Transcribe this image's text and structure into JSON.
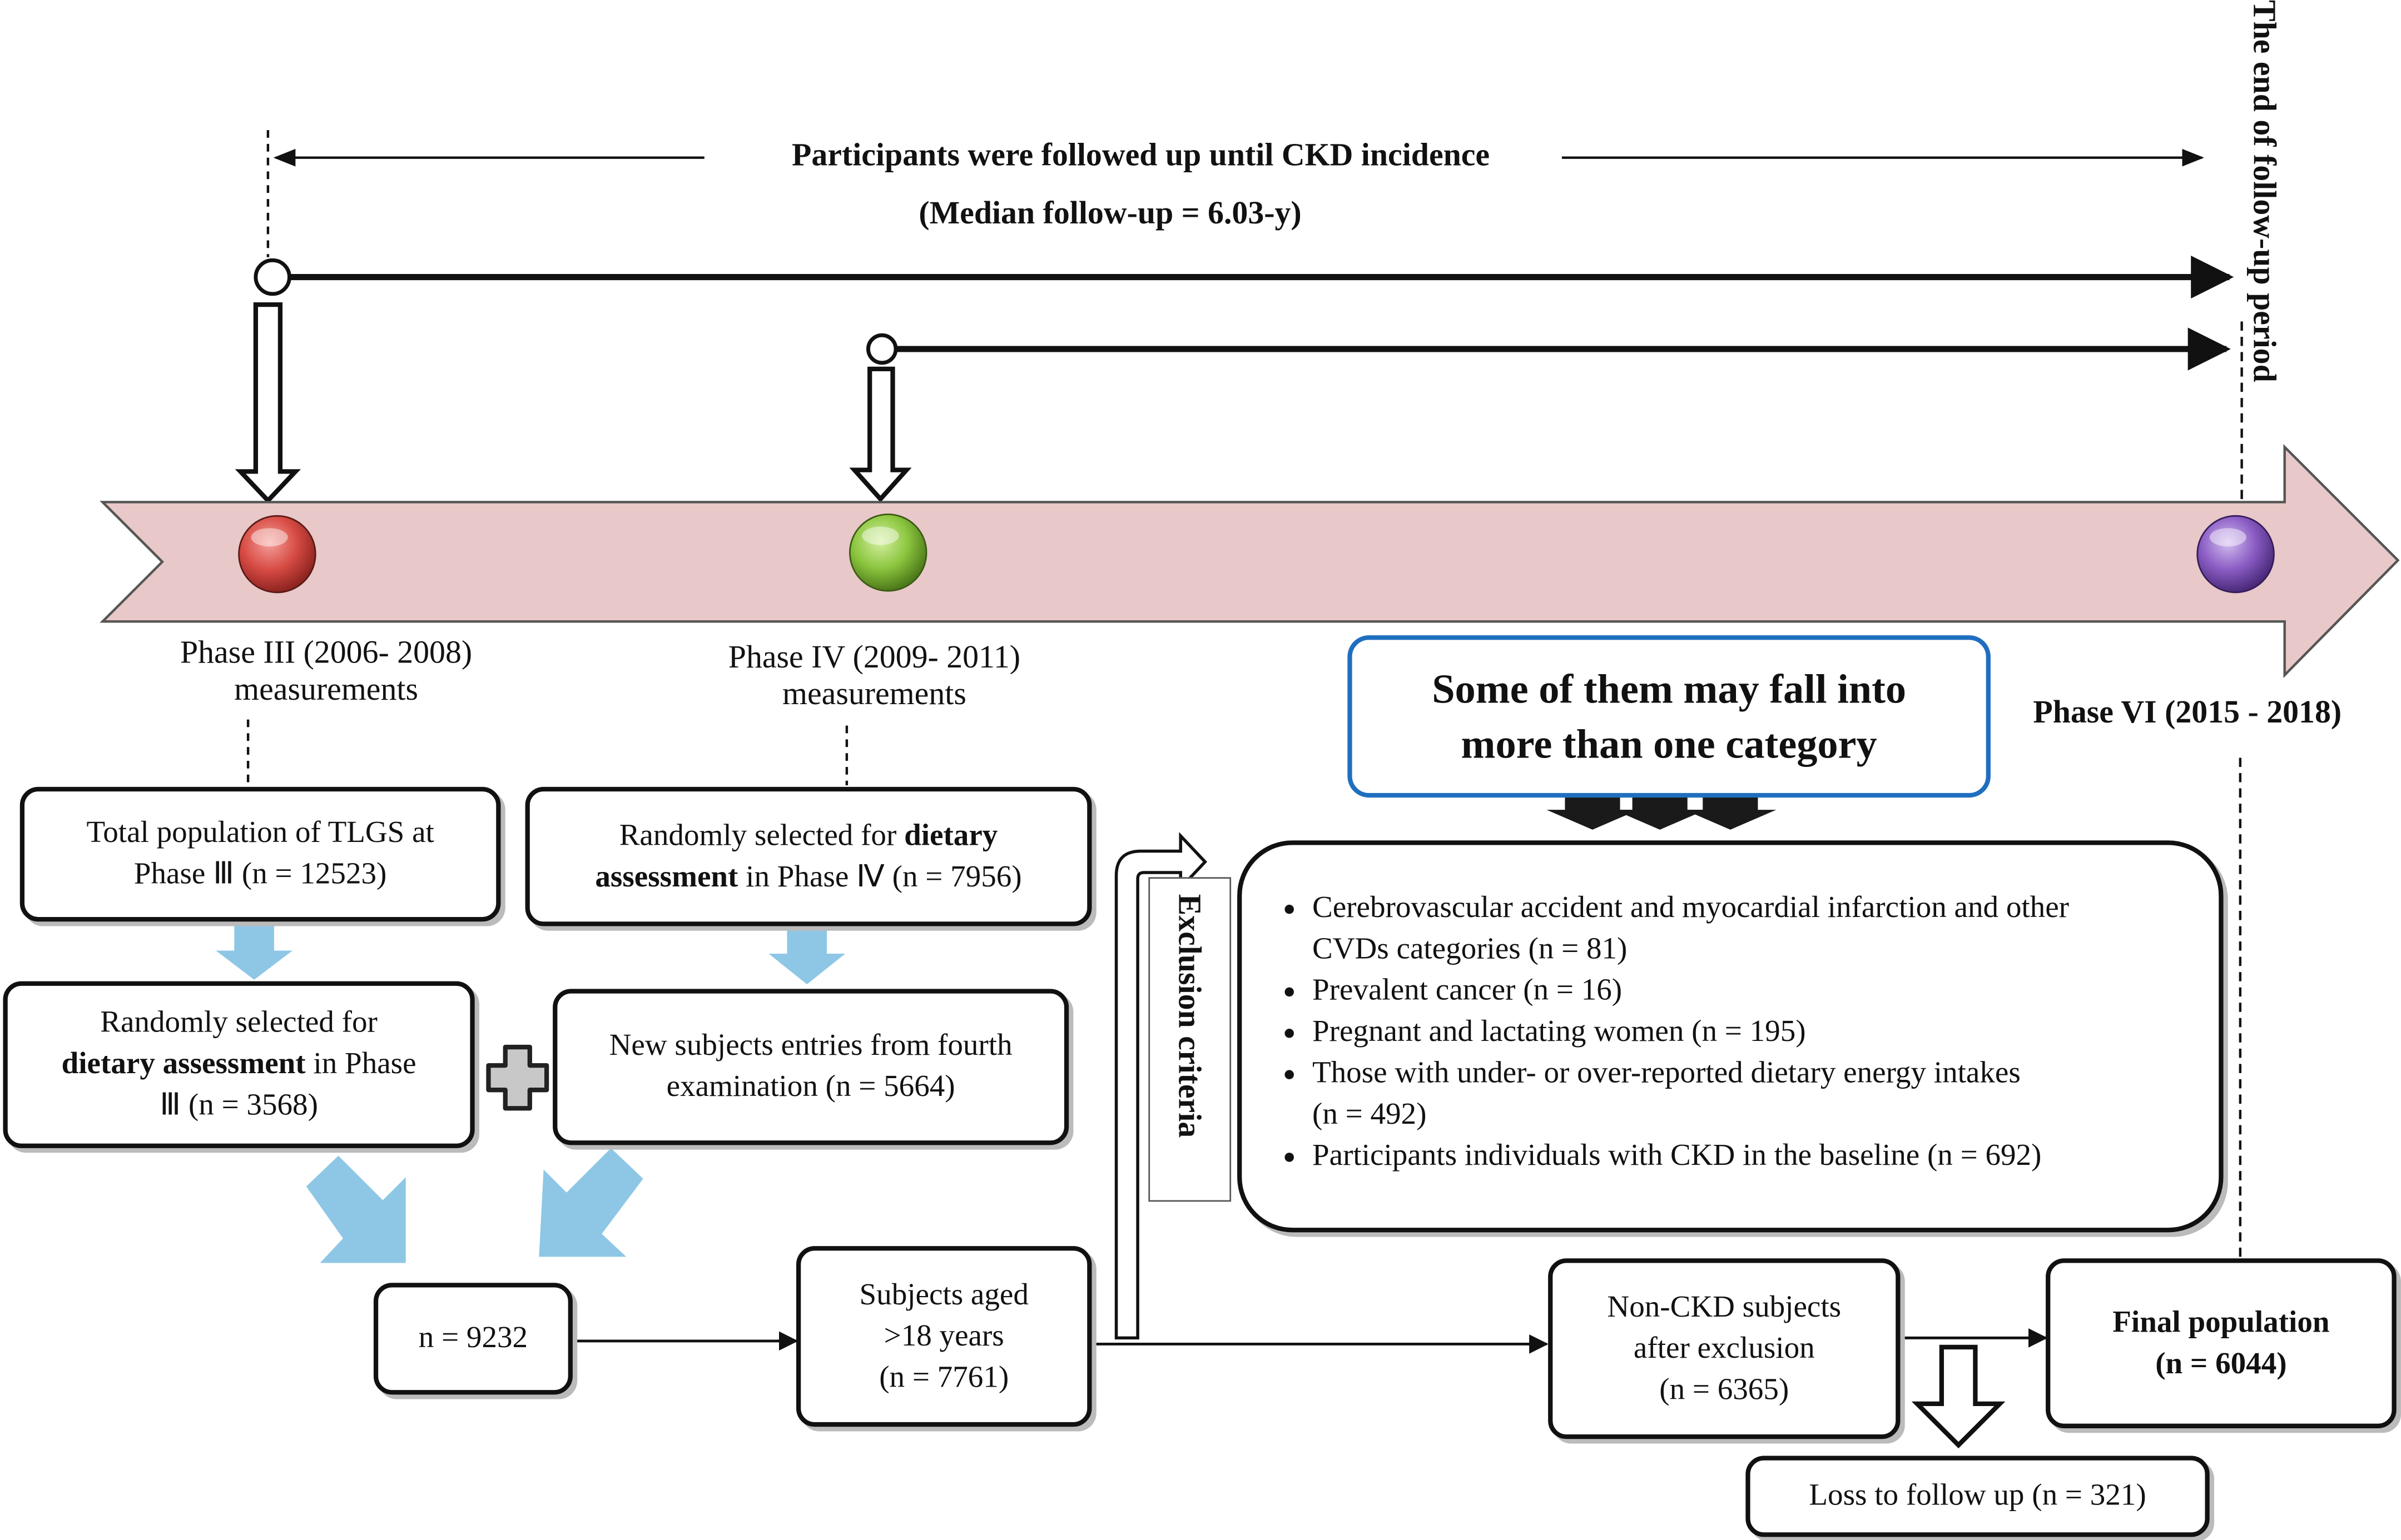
{
  "header": {
    "followup_line1": "Participants were followed up until CKD incidence",
    "followup_line2": "(Median follow-up = 6.03-y)",
    "end_period_label": "The end of follow-up period"
  },
  "timeline": {
    "phase3": {
      "line1": "Phase III (2006- 2008)",
      "line2": "measurements",
      "color": "#d84b45"
    },
    "phase4": {
      "line1": "Phase IV (2009- 2011)",
      "line2": "measurements",
      "color": "#8cc63f"
    },
    "phase6": {
      "label": "Phase VI (2015 - 2018)",
      "color": "#8a5cc4"
    },
    "band_color": "#e8c8c8"
  },
  "note": {
    "line1": "Some of them may fall into",
    "line2": "more than one category",
    "border_color": "#1f6fbf"
  },
  "boxes": {
    "total_population": {
      "line1": "Total population of TLGS at",
      "line2": "Phase Ⅲ  (n = 12523)"
    },
    "dietary_phase4": {
      "pre": "Randomly selected for ",
      "bold1": "dietary",
      "bold2": "assessment",
      "post": " in Phase Ⅳ (n = 7956)"
    },
    "dietary_phase3": {
      "line1": "Randomly selected for",
      "bold": "dietary assessment",
      "post": " in Phase",
      "line3": "Ⅲ (n = 3568)"
    },
    "new_subjects": {
      "line1": "New subjects entries from fourth",
      "line2": "examination  (n = 5664)"
    },
    "combined": {
      "label": "n = 9232"
    },
    "aged": {
      "line1": "Subjects aged",
      "line2": ">18 years",
      "line3": "(n = 7761)"
    },
    "non_ckd": {
      "line1": "Non-CKD subjects",
      "line2": "after exclusion",
      "line3": "(n = 6365)"
    },
    "final": {
      "line1": "Final population",
      "line2": "(n = 6044)"
    },
    "loss": {
      "label": "Loss to follow up (n = 321)"
    }
  },
  "exclusion": {
    "label": "Exclusion criteria",
    "items": [
      {
        "line1": "Cerebrovascular accident and myocardial infarction and other",
        "line2": "CVDs categories (n = 81)"
      },
      {
        "line1": "Prevalent cancer (n = 16)",
        "line2": ""
      },
      {
        "line1": "Pregnant and lactating women (n = 195)",
        "line2": ""
      },
      {
        "line1": "Those with under- or over-reported dietary energy intakes",
        "line2": "(n = 492)"
      },
      {
        "line1": "Participants individuals with CKD in the baseline (n = 692)",
        "line2": ""
      }
    ]
  },
  "colors": {
    "flow_arrow": "#8ec7e6",
    "plus_sign": "#c8c8c8"
  }
}
